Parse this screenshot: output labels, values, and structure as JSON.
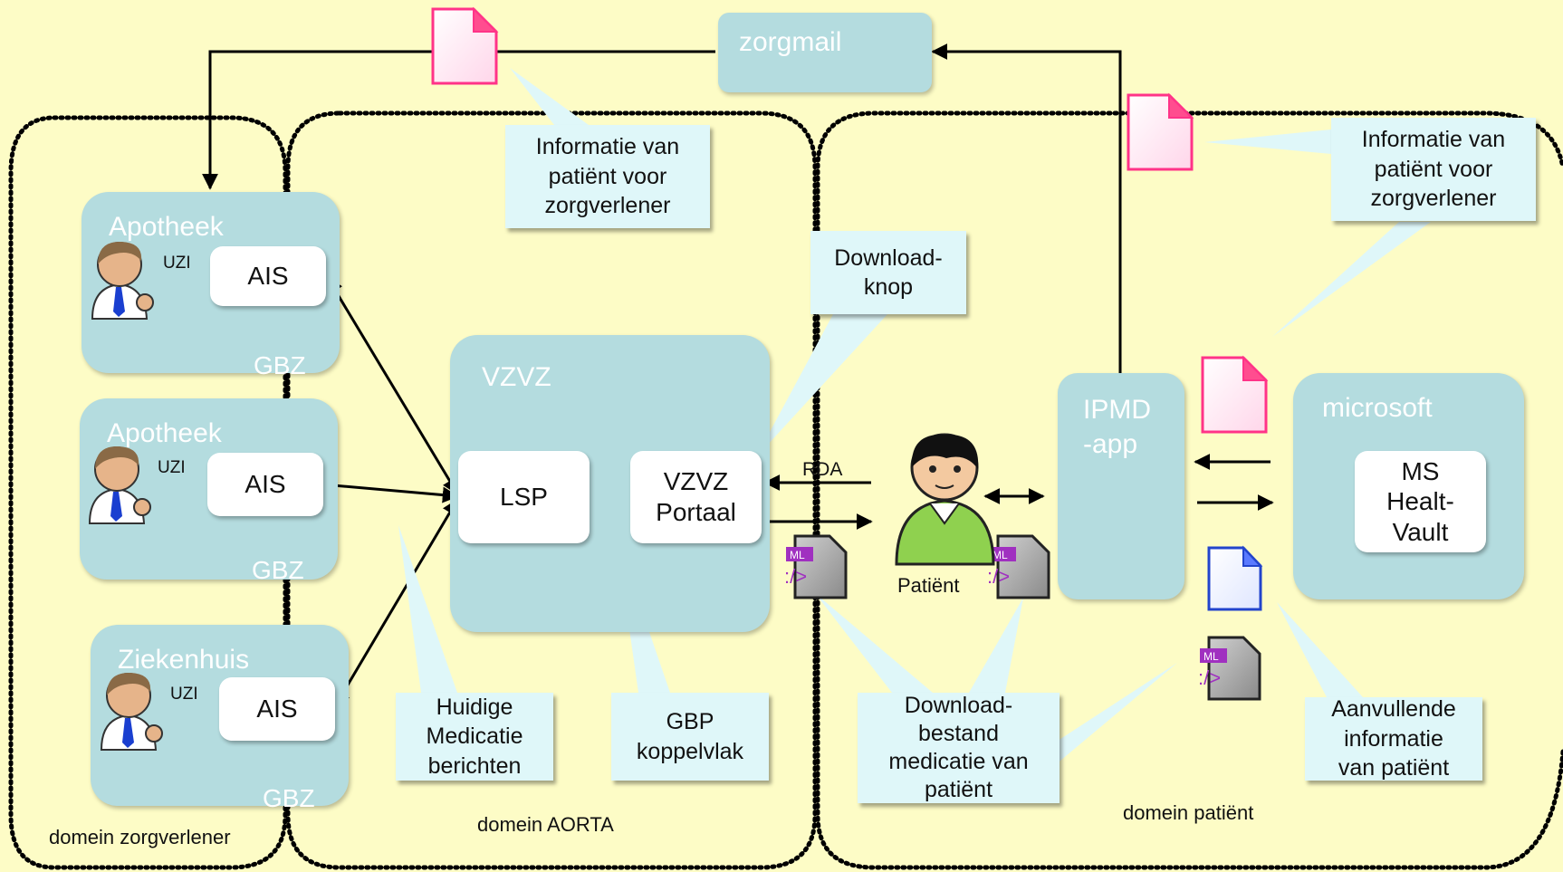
{
  "top": {
    "zorgmail": "zorgmail"
  },
  "domains": {
    "zorgverlener": "domein zorgverlener",
    "aorta": "domein AORTA",
    "patient": "domein patiënt"
  },
  "gbz_boxes": [
    {
      "title": "Apotheek",
      "ais": "AIS",
      "uzi": "UZI",
      "gbz": "GBZ"
    },
    {
      "title": "Apotheek",
      "ais": "AIS",
      "uzi": "UZI",
      "gbz": "GBZ"
    },
    {
      "title": "Ziekenhuis",
      "ais": "AIS",
      "uzi": "UZI",
      "gbz": "GBZ"
    }
  ],
  "vzvz": {
    "title": "VZVZ",
    "lsp": "LSP",
    "portal_line1": "VZVZ",
    "portal_line2": "Portaal"
  },
  "patient": {
    "label": "Patiënt",
    "rda": "RDA"
  },
  "ipmd": {
    "line1": "IPMD",
    "line2": "-app"
  },
  "microsoft": {
    "title": "microsoft",
    "line1": "MS",
    "line2": "Healt-",
    "line3": "Vault"
  },
  "callouts": {
    "info_top": [
      "Informatie van",
      "patiënt voor",
      "zorgverlener"
    ],
    "info_right": [
      "Informatie van",
      "patiënt voor",
      "zorgverlener"
    ],
    "download_knop": [
      "Download-",
      "knop"
    ],
    "huidige": [
      "Huidige",
      "Medicatie",
      "berichten"
    ],
    "gbp": [
      "GBP",
      "koppelvlak"
    ],
    "download_bestand": [
      "Download-",
      "bestand",
      "medicatie van",
      "patiënt"
    ],
    "aanvullende": [
      "Aanvullende",
      "informatie",
      "van patiënt"
    ]
  },
  "icons": {
    "xml_badge": "ML",
    "xml_glyph": ":/>"
  },
  "colors": {
    "background": "#fdfcc6",
    "box": "#b4dcdf",
    "callout": "#dff7f9",
    "doc_pink": "#ff3388",
    "doc_blue": "#2244cc",
    "xml_purple": "#a030c0"
  }
}
